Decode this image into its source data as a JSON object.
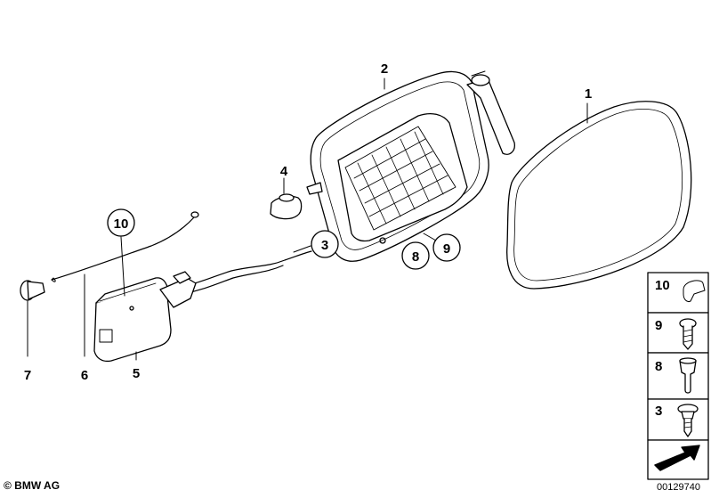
{
  "callouts": {
    "c1": "1",
    "c2": "2",
    "c3": "3",
    "c4": "4",
    "c5": "5",
    "c6": "6",
    "c7": "7",
    "c8": "8",
    "c9": "9",
    "c10": "10"
  },
  "side_panel": {
    "p10": "10",
    "p9": "9",
    "p8": "8",
    "p3": "3"
  },
  "footer": {
    "copyright": "© BMW AG",
    "diagram_id": "00129740"
  }
}
